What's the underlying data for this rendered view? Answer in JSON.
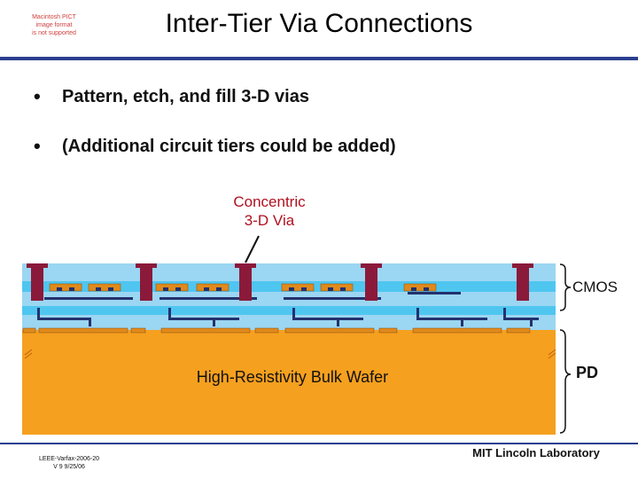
{
  "placeholder_text": [
    "Macintosh PICT",
    "image format",
    "is not supported"
  ],
  "title": "Inter-Tier Via Connections",
  "bullets": [
    "Pattern, etch, and fill 3-D vias",
    "(Additional circuit tiers could be added)"
  ],
  "callout": {
    "line1": "Concentric",
    "line2": "3-D Via"
  },
  "bulk_label": "High-Resistivity Bulk Wafer",
  "cmos_label": "CMOS",
  "pd_label": "PD",
  "footer_left": [
    "LEEE-Varfax-2006-20",
    "V 9 9/25/06"
  ],
  "footer_right": "MIT Lincoln Laboratory",
  "colors": {
    "title_rule": "#2a3f8f",
    "bulk_wafer": "#f5a01f",
    "light_blue": "#9bd6f2",
    "cyan_band": "#4fc6f0",
    "via_maroon": "#8b1a3a",
    "metal_navy": "#23326e",
    "pad_orange": "#e08a1c",
    "callout_red": "#b0101f"
  }
}
